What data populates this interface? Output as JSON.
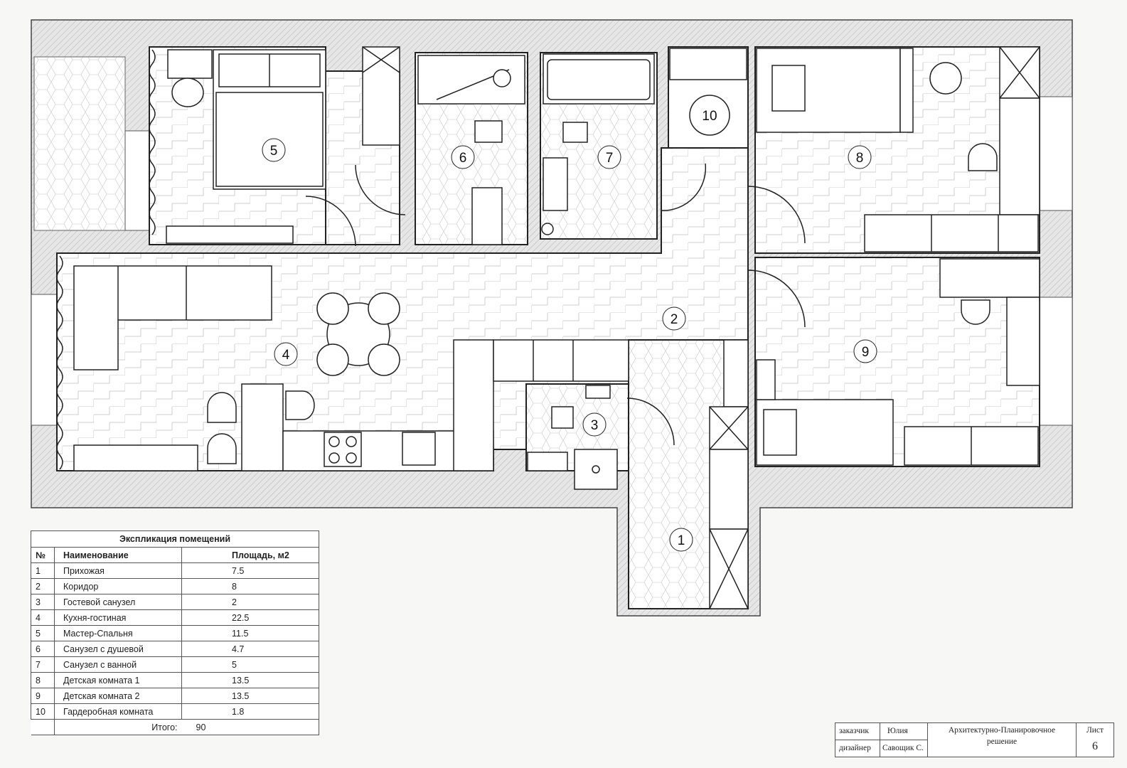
{
  "rooms": [
    {
      "num": "1"
    },
    {
      "num": "2"
    },
    {
      "num": "3"
    },
    {
      "num": "4"
    },
    {
      "num": "5"
    },
    {
      "num": "6"
    },
    {
      "num": "7"
    },
    {
      "num": "8"
    },
    {
      "num": "9"
    },
    {
      "num": "10"
    }
  ],
  "table": {
    "title": "Экспликация помещений",
    "headers": {
      "num": "№",
      "name": "Наименование",
      "area": "Площадь, м2"
    },
    "rows": [
      {
        "n": "1",
        "name": "Прихожая",
        "area": "7.5"
      },
      {
        "n": "2",
        "name": "Коридор",
        "area": "8"
      },
      {
        "n": "3",
        "name": "Гостевой санузел",
        "area": "2"
      },
      {
        "n": "4",
        "name": "Кухня-гостиная",
        "area": "22.5"
      },
      {
        "n": "5",
        "name": "Мастер-Спальня",
        "area": "11.5"
      },
      {
        "n": "6",
        "name": "Санузел с душевой",
        "area": "4.7"
      },
      {
        "n": "7",
        "name": "Санузел с ванной",
        "area": "5"
      },
      {
        "n": "8",
        "name": "Детская комната 1",
        "area": "13.5"
      },
      {
        "n": "9",
        "name": "Детская комната 2",
        "area": "13.5"
      },
      {
        "n": "10",
        "name": "Гардеробная комната",
        "area": "1.8"
      }
    ],
    "total_label": "Итого:",
    "total_value": "90"
  },
  "stamp": {
    "customer_label": "заказчик",
    "customer": "Юлия",
    "designer_label": "дизайнер",
    "designer": "Савощик С.",
    "project_line1": "Архитектурно-Планировочное",
    "project_line2": "решение",
    "sheet_label": "Лист",
    "sheet": "6"
  }
}
